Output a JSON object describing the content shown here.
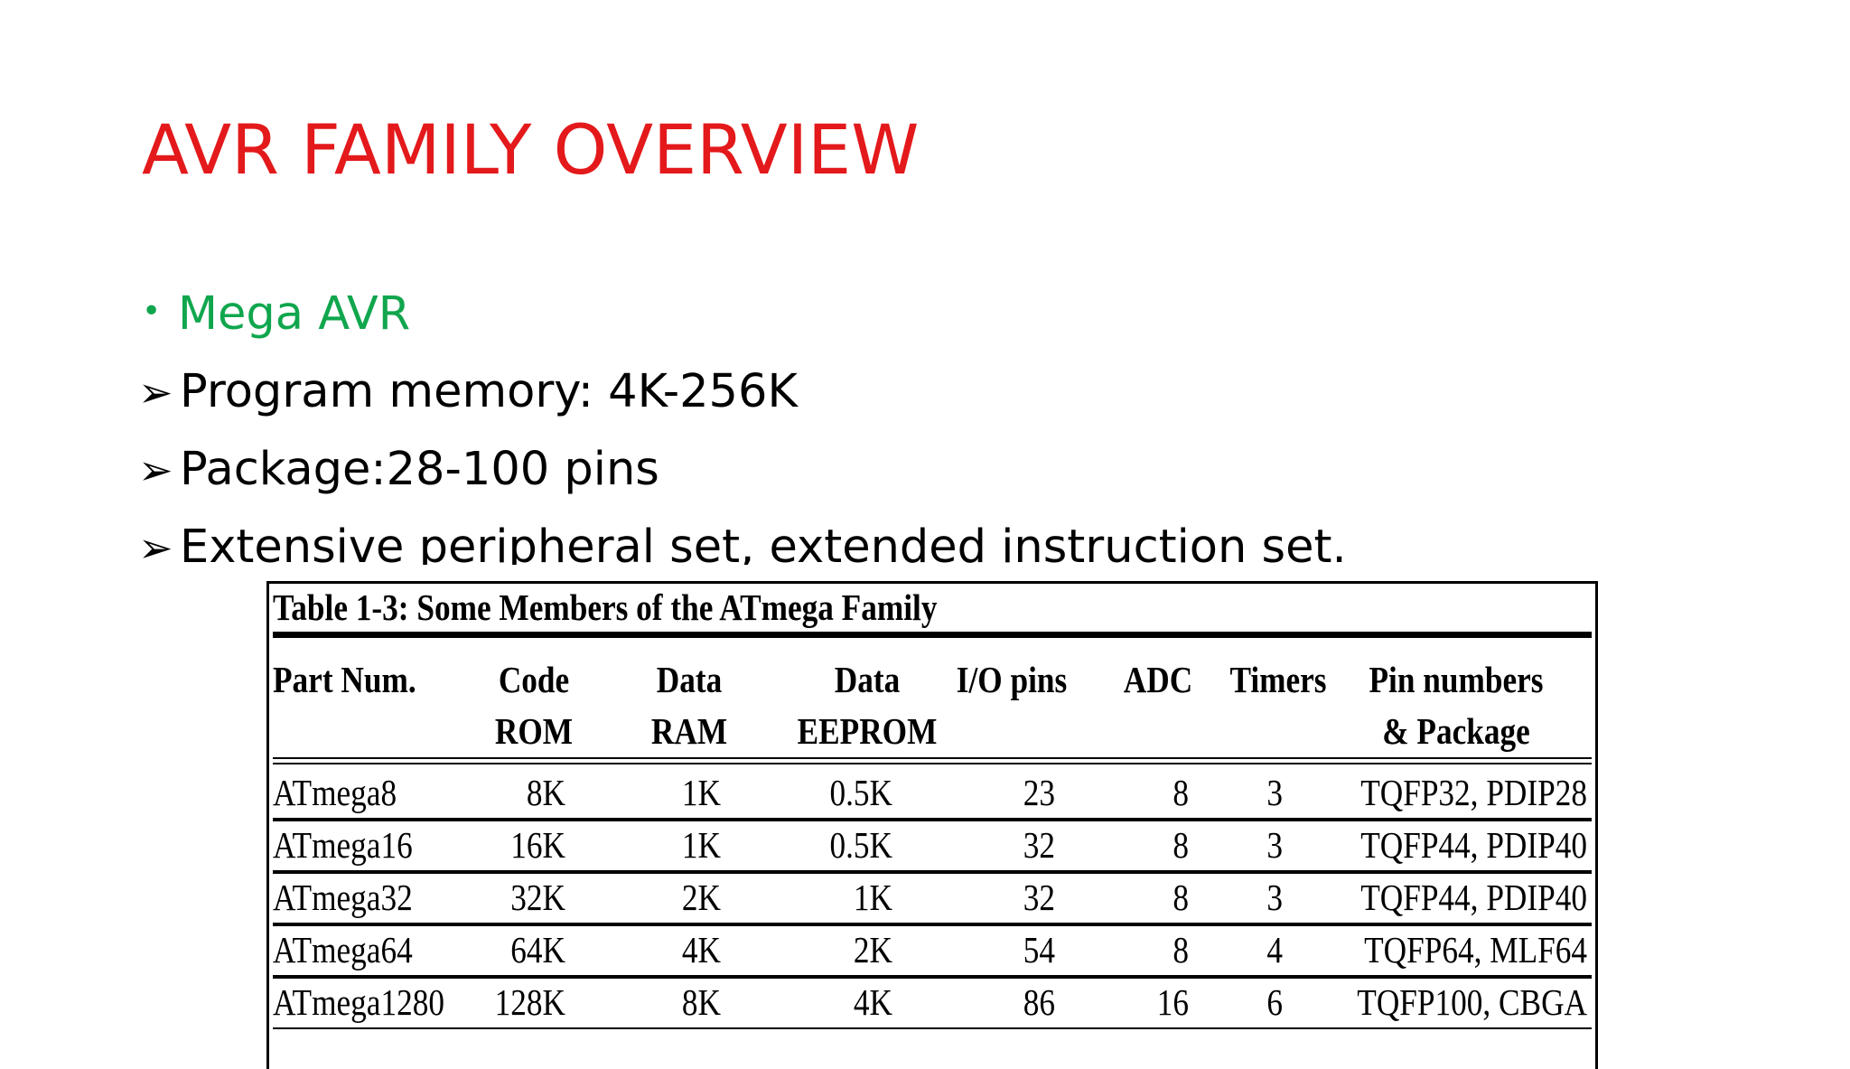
{
  "slide": {
    "title": "AVR FAMILY OVERVIEW",
    "bullet": "Mega AVR",
    "bullet_glyph": "•",
    "arrow_glyph": "➢",
    "points": [
      "Program memory: 4K-256K",
      "Package:28-100 pins",
      "Extensive peripheral set, extended instruction set."
    ],
    "colors": {
      "title": "#e3191b",
      "bullet": "#10a64d",
      "text": "#000000"
    }
  },
  "table": {
    "caption": "Table 1-3: Some Members of the ATmega Family",
    "headers": [
      [
        "Part Num.",
        ""
      ],
      [
        "Code",
        "ROM"
      ],
      [
        "Data",
        "RAM"
      ],
      [
        "Data",
        "EEPROM"
      ],
      [
        "I/O pins",
        ""
      ],
      [
        "ADC",
        ""
      ],
      [
        "Timers",
        ""
      ],
      [
        "Pin numbers",
        "& Package"
      ]
    ],
    "rows": [
      [
        "ATmega8",
        "8K",
        "1K",
        "0.5K",
        "23",
        "8",
        "3",
        "TQFP32, PDIP28"
      ],
      [
        "ATmega16",
        "16K",
        "1K",
        "0.5K",
        "32",
        "8",
        "3",
        "TQFP44, PDIP40"
      ],
      [
        "ATmega32",
        "32K",
        "2K",
        "1K",
        "32",
        "8",
        "3",
        "TQFP44, PDIP40"
      ],
      [
        "ATmega64",
        "64K",
        "4K",
        "2K",
        "54",
        "8",
        "4",
        "TQFP64, MLF64"
      ],
      [
        "ATmega1280",
        "128K",
        "8K",
        "4K",
        "86",
        "16",
        "6",
        "TQFP100, CBGA"
      ]
    ]
  }
}
